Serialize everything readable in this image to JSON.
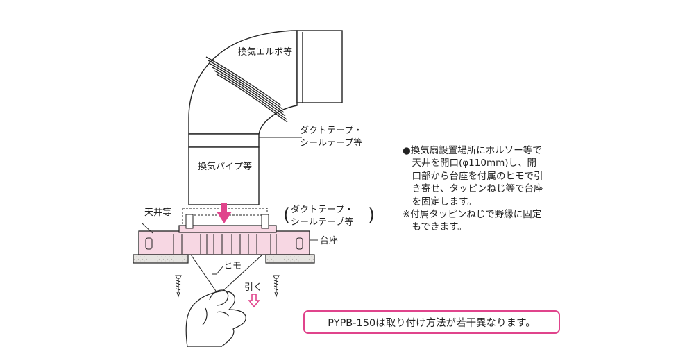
{
  "labels": {
    "elbow": "換気エルボ等",
    "tape1_line1": "ダクトテープ・",
    "tape1_line2": "シールテープ等",
    "pipe": "換気パイプ等",
    "ceiling": "天井等",
    "tape2_line1": "ダクトテープ・",
    "tape2_line2": "シールテープ等",
    "base": "台座",
    "string": "ヒモ",
    "pull": "引く"
  },
  "instructions": {
    "lines": [
      "●換気扇設置場所にホルソー等で",
      "　天井を開口(φ110mm)し、開",
      "　口部から台座を付属のヒモで引",
      "　き寄せ、タッピンねじ等で台座",
      "　を固定します。",
      "※付属タッピンねじで野縁に固定",
      "　もできます。"
    ]
  },
  "note": "PYPB-150は取り付け方法が若干異なります。",
  "colors": {
    "accent": "#e0448c",
    "base_fill": "#f7d7e3",
    "ceiling_fill": "#e4e2df",
    "line": "#222222"
  }
}
